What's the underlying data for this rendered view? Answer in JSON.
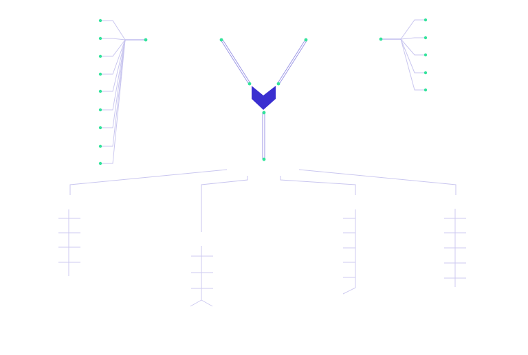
{
  "colors": {
    "background": "#ffffff",
    "hub": "#3a2fd0",
    "node": "#33e39b",
    "line": "#c9c6ef",
    "line_strong": "#9c97e6"
  },
  "icons": {
    "hub": "chevron-heart-icon",
    "node": "dot-icon"
  },
  "diagram": {
    "top_left_fan_leaves": 9,
    "top_right_fan_leaves": 5,
    "branches": 4
  }
}
